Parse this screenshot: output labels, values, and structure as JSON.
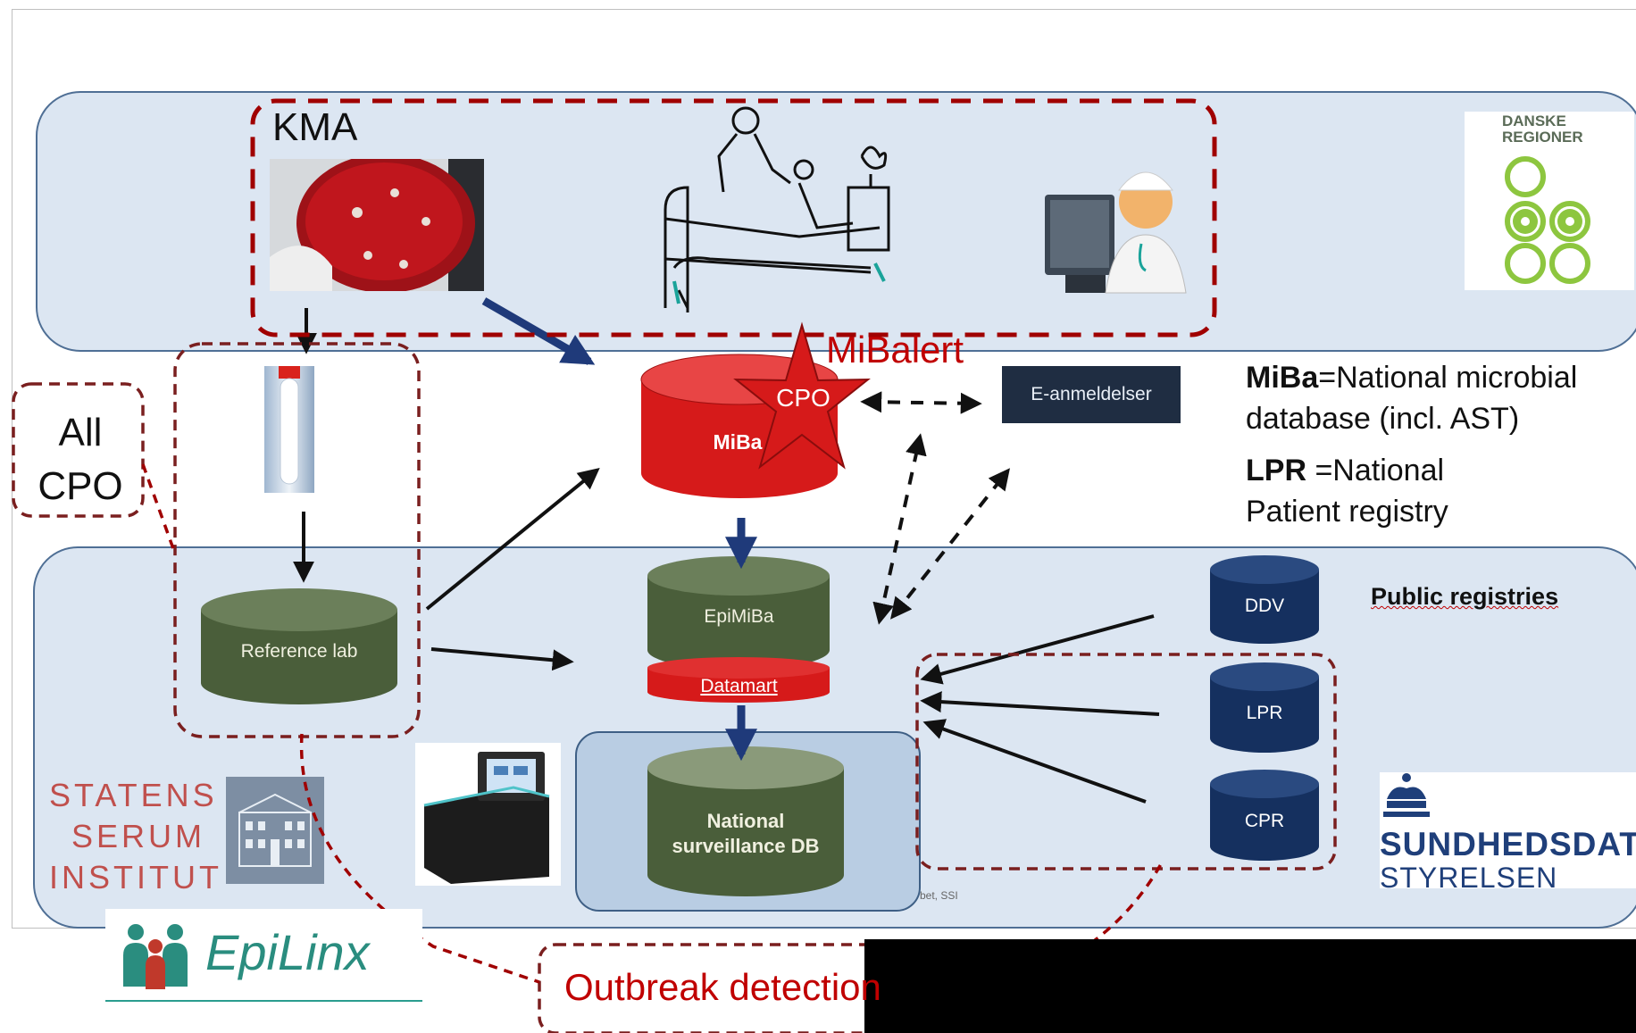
{
  "labels": {
    "kma": "KMA",
    "mibalert": "MiBalert",
    "cpo_star": "CPO",
    "all_cpo_line1": "All",
    "all_cpo_line2": "CPO",
    "e_anmeldelser": "E-anmeldelser",
    "public_registries": "Public registries",
    "outbreak_detection": "Outbreak detection",
    "image_credit": "bet, SSI"
  },
  "databases": {
    "miba": "MiBa",
    "epimiba": "EpiMiBa",
    "datamart": "Datamart",
    "national_line1": "National",
    "national_line2": "surveillance DB",
    "reference_lab": "Reference lab",
    "ddv": "DDV",
    "lpr": "LPR",
    "cpr": "CPR"
  },
  "legend": {
    "miba_term": "MiBa",
    "miba_def_1": "=National microbial",
    "miba_def_2": "database (incl. AST)",
    "lpr_term": "LPR",
    "lpr_def_1": " =National",
    "lpr_def_2": "Patient registry"
  },
  "logos": {
    "ssi_line1": "STATENS",
    "ssi_line2": "SERUM",
    "ssi_line3": "INSTITUT",
    "sds_line1": "SUNDHEDSDATA-",
    "sds_line2": "STYRELSEN",
    "danske_line1": "DANSKE",
    "danske_line2": "REGIONER",
    "epilinx": "EpiLinx"
  },
  "colors": {
    "band_fill": "#dce6f2",
    "band_border": "#4f6f95",
    "dashed_red": "#a00000",
    "dashed_maroon": "#7a1f1f",
    "db_green": "#4a5e3a",
    "db_red": "#d61a1a",
    "db_navy": "#15305f",
    "arrow_navy": "#1f3a7a",
    "accent_red": "#c00000"
  }
}
